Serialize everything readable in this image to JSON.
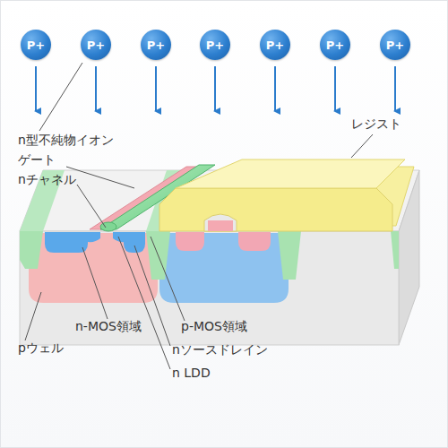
{
  "diagram": {
    "nodes": [
      {
        "text": [
          "P+"
        ]
      },
      {
        "text": [
          "P+"
        ]
      },
      {
        "text": [
          "P+"
        ]
      },
      {
        "text": [
          "P+"
        ]
      },
      {
        "text": [
          "P+"
        ]
      },
      {
        "text": [
          "P+"
        ]
      },
      {
        "text": [
          "P+"
        ]
      }
    ],
    "labels": [
      "n型不純物イオン",
      "ゲート",
      "nチャネル",
      "レジスト",
      "n-MOS領域",
      "pウェル",
      "p-MOS領域",
      "nソースドレイン",
      "n LDD"
    ]
  }
}
